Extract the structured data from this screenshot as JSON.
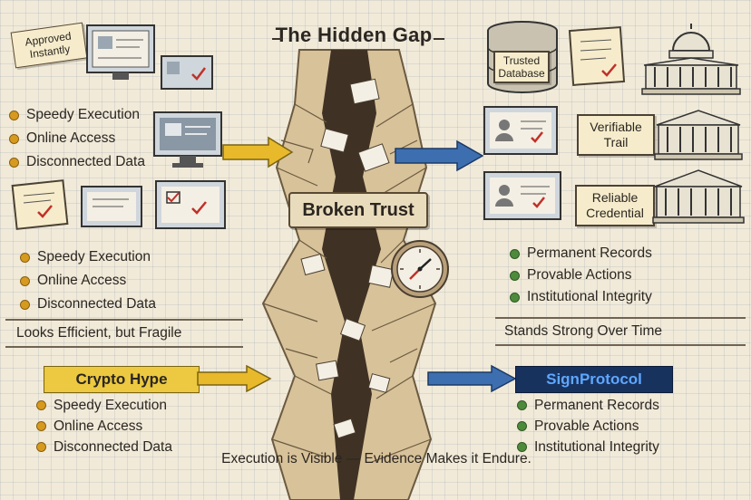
{
  "title": "The Hidden Gap",
  "center_banner": "Broken Trust",
  "left": {
    "note_label": "Approved Instantly",
    "bullets_top": [
      "Speedy Execution",
      "Online Access",
      "Disconnected Data"
    ],
    "bullets_mid": [
      "Speedy Execution",
      "Online Access",
      "Disconnected Data"
    ],
    "caption": "Looks Efficient, but Fragile",
    "label": "Crypto Hype",
    "bullets_bottom": [
      "Speedy Execution",
      "Online Access",
      "Disconnected Data"
    ]
  },
  "right": {
    "database_label": "Trusted Database",
    "trail_label": "Verifiable Trail",
    "credential_label": "Reliable Credential",
    "bullets_mid": [
      "Permanent Records",
      "Provable Actions",
      "Institutional Integrity"
    ],
    "caption": "Stands Strong Over Time",
    "label": "SignProtocol",
    "bullets_bottom": [
      "Permanent Records",
      "Provable Actions",
      "Institutional Integrity"
    ]
  },
  "footer": "Execution is Visible — Evidence Makes it Endure.",
  "colors": {
    "hype_yellow": "#ecc940",
    "sign_navy": "#18325e",
    "sign_text": "#5ea7ff",
    "bullet_yellow": "#d69a1e",
    "bullet_green": "#4e8a3c",
    "arrow_yellow": "#e8b92a",
    "arrow_blue": "#3d6fb0"
  },
  "icons": [
    "document-check-icon",
    "monitor-icon",
    "id-card-icon",
    "database-icon",
    "government-building-icon",
    "clock-icon",
    "arrow-right-icon"
  ]
}
